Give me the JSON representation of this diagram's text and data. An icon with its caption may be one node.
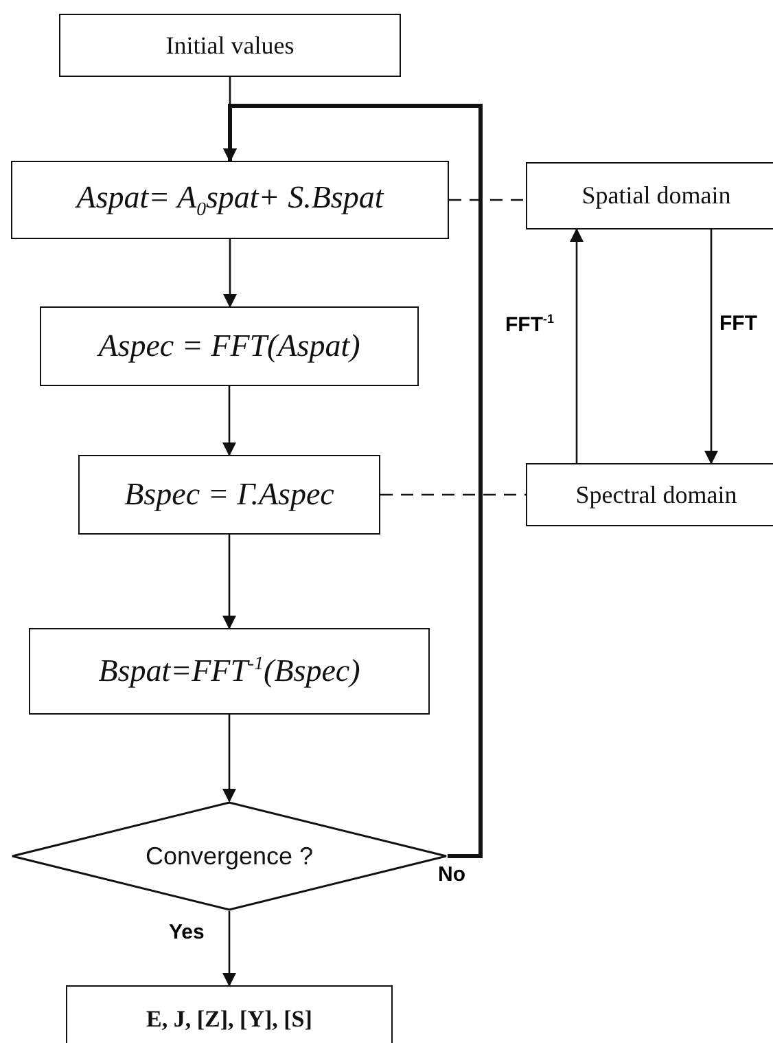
{
  "diagram": {
    "nodes": [
      {
        "text": [
          "Initial values"
        ]
      },
      {
        "text": [
          "Aspat= A$_{0}$spat+ S.Bspat"
        ]
      },
      {
        "text": [
          "Aspec = FFT(Aspat)"
        ]
      },
      {
        "text": [
          "Bspec = Γ.Aspec"
        ]
      },
      {
        "text": [
          "Bspat=FFT$^{-1}$(Bspec)"
        ]
      },
      {
        "text": [
          "Convergence ?"
        ]
      },
      {
        "text": [
          "E, J, [Z], [Y], [S]"
        ]
      },
      {
        "text": [
          "Spatial domain"
        ]
      },
      {
        "text": [
          "Spectral domain"
        ]
      }
    ],
    "edges": [
      {
        "from": 0,
        "to": 1,
        "arrow": "to"
      },
      {
        "from": 1,
        "to": 2,
        "arrow": "to"
      },
      {
        "from": 2,
        "to": 3,
        "arrow": "to"
      },
      {
        "from": 3,
        "to": 4,
        "arrow": "to"
      },
      {
        "from": 4,
        "to": 5,
        "arrow": "to"
      },
      {
        "from": 5,
        "to": 6,
        "arrow": "to",
        "label": "Yes"
      },
      {
        "from": 5,
        "to": 1,
        "arrow": "to",
        "label": "No",
        "style": "thick"
      },
      {
        "from": 1,
        "to": 7,
        "arrow": "none",
        "style": "dashed"
      },
      {
        "from": 3,
        "to": 8,
        "arrow": "none",
        "style": "dashed"
      },
      {
        "from": 8,
        "to": 7,
        "arrow": "to",
        "label": "FFT$^{-1}$"
      },
      {
        "from": 7,
        "to": 8,
        "arrow": "to",
        "label": "FFT"
      }
    ]
  }
}
